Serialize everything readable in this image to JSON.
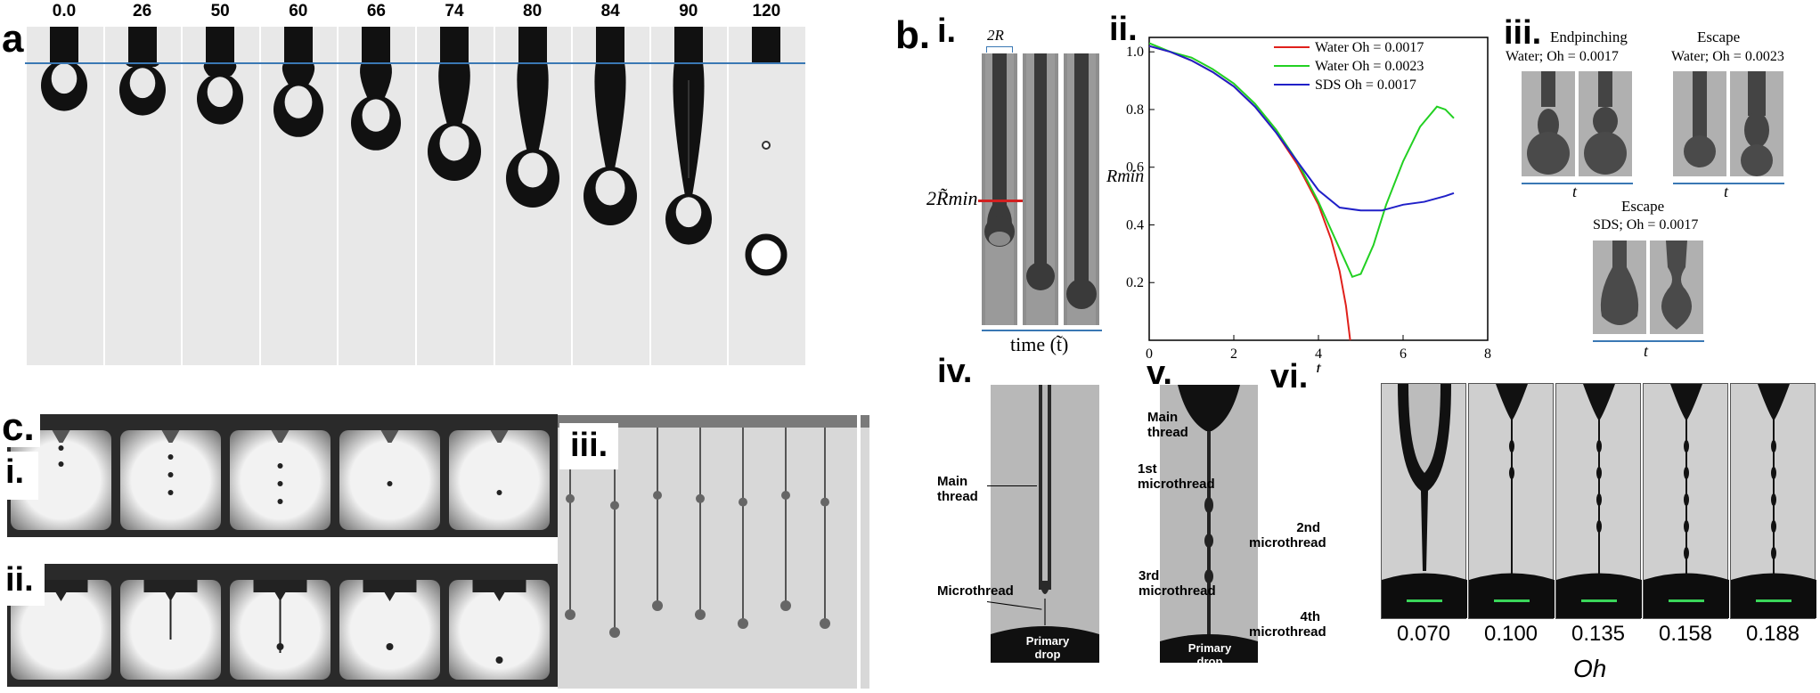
{
  "panel_a": {
    "label": "a.",
    "frame_times": [
      "0.0",
      "26",
      "50",
      "60",
      "66",
      "74",
      "80",
      "84",
      "90",
      "120"
    ]
  },
  "panel_b": {
    "label": "b.",
    "i": {
      "label": "i.",
      "width_label": "2R",
      "min_label": "2R̃min",
      "axis_label": "time (t̃)"
    },
    "ii": {
      "label": "ii.",
      "ylabel": "Rmin",
      "xlabel": "t",
      "xticks": [
        "0",
        "2",
        "4",
        "6",
        "8"
      ],
      "yticks": [
        "0.2",
        "0.4",
        "0.6",
        "0.8",
        "1.0"
      ]
    },
    "iii": {
      "label": "iii.",
      "endpinching_title": "Endpinching",
      "endpinching_sub": "Water; Oh = 0.0017",
      "escape_title": "Escape",
      "escape_sub": "Water; Oh = 0.0023",
      "escape2_title": "Escape",
      "escape2_sub": "SDS; Oh = 0.0017",
      "t_label": "t"
    },
    "iv": {
      "label": "iv.",
      "main_thread": "Main thread",
      "microthread": "Microthread",
      "primary_drop": "Primary drop"
    },
    "v": {
      "label": "v.",
      "main_thread": "Main thread",
      "m1": "1st microthread",
      "m2": "2nd microthread",
      "m3": "3rd microthread",
      "m4": "4th microthread",
      "primary_drop": "Primary drop"
    },
    "vi": {
      "label": "vi.",
      "oh_values": [
        "0.070",
        "0.100",
        "0.135",
        "0.158",
        "0.188"
      ],
      "axis_label": "Oh"
    }
  },
  "panel_c": {
    "label": "c.",
    "i": "i.",
    "ii": "ii.",
    "iii": "iii."
  },
  "chart_data": {
    "type": "line",
    "xlabel": "t",
    "ylabel": "Rmin",
    "xlim": [
      0,
      8
    ],
    "ylim": [
      0,
      1.05
    ],
    "legend_placement": "top-right",
    "series": [
      {
        "name": "Water Oh = 0.0017",
        "color": "#e0201b",
        "x": [
          0,
          0.5,
          1.0,
          1.5,
          2.0,
          2.5,
          3.0,
          3.5,
          4.0,
          4.3,
          4.5,
          4.65,
          4.75
        ],
        "y": [
          1.02,
          1.0,
          0.97,
          0.93,
          0.88,
          0.81,
          0.72,
          0.61,
          0.47,
          0.35,
          0.24,
          0.12,
          0.0
        ]
      },
      {
        "name": "Water Oh = 0.0023",
        "color": "#22d022",
        "x": [
          0,
          0.5,
          1.0,
          1.5,
          2.0,
          2.5,
          3.0,
          3.5,
          4.0,
          4.4,
          4.8,
          5.0,
          5.3,
          5.6,
          6.0,
          6.4,
          6.8,
          7.0,
          7.2
        ],
        "y": [
          1.03,
          1.0,
          0.98,
          0.94,
          0.89,
          0.82,
          0.73,
          0.62,
          0.48,
          0.35,
          0.22,
          0.23,
          0.33,
          0.47,
          0.62,
          0.74,
          0.81,
          0.8,
          0.77
        ]
      },
      {
        "name": "SDS Oh = 0.0017",
        "color": "#2020c8",
        "x": [
          0,
          0.5,
          1.0,
          1.5,
          2.0,
          2.5,
          3.0,
          3.5,
          4.0,
          4.5,
          5.0,
          5.5,
          6.0,
          6.5,
          7.0,
          7.2
        ],
        "y": [
          1.02,
          1.0,
          0.97,
          0.93,
          0.88,
          0.81,
          0.72,
          0.62,
          0.52,
          0.46,
          0.45,
          0.45,
          0.47,
          0.48,
          0.5,
          0.51
        ]
      }
    ]
  }
}
